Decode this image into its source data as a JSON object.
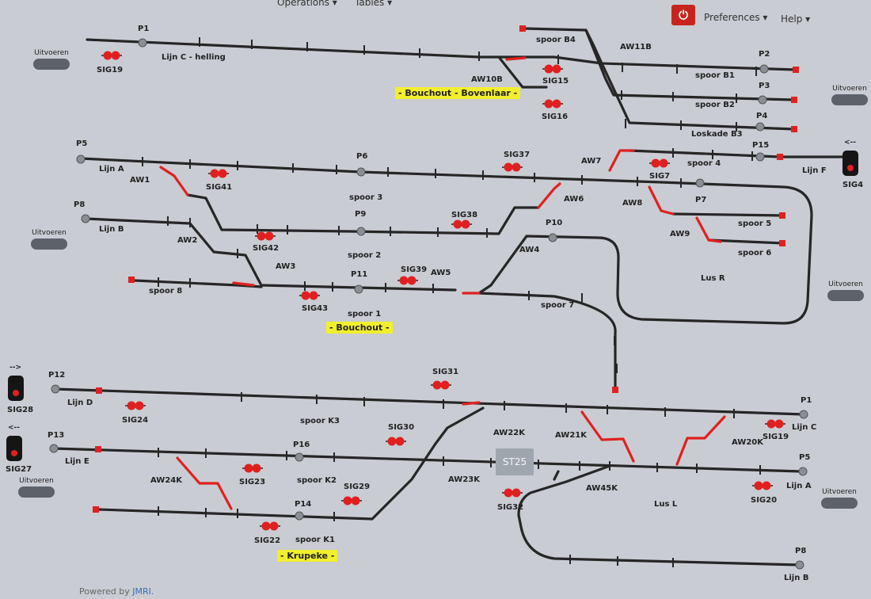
{
  "menu": {
    "operations": "Operations ▾",
    "tables": "Tables ▾",
    "preferences": "Preferences ▾",
    "help": "Help ▾"
  },
  "power_icon": "⏻",
  "action_label": "Uitvoeren",
  "banners": {
    "bovenlaar": "- Bouchout - Bovenlaar -",
    "bouchout": "- Bouchout -",
    "krupeke": "- Krupeke -"
  },
  "st25": "ST25",
  "footer": {
    "prefix": "Powered by ",
    "link": "JMRI."
  },
  "side_signals": {
    "sig4": {
      "label": "SIG4",
      "arrow": "<--"
    },
    "sig28": {
      "label": "SIG28",
      "arrow": "-->"
    },
    "sig27": {
      "label": "SIG27",
      "arrow": "<--"
    }
  },
  "labels": {
    "P1a": "P1",
    "lijnC_helling": "Lijn C - helling",
    "SIG19a": "SIG19",
    "spoorB4": "spoor B4",
    "AW11B": "AW11B",
    "P2a": "P2",
    "spoorB1": "spoor B1",
    "AW10B": "AW10B",
    "SIG15": "SIG15",
    "P3a": "P3",
    "spoorB2": "spoor B2",
    "SIG16": "SIG16",
    "P4a": "P4",
    "loskadeB3": "Loskade B3",
    "P5a": "P5",
    "lijnA": "Lijn A",
    "P6": "P6",
    "SIG37": "SIG37",
    "AW7": "AW7",
    "P15": "P15",
    "spoor4": "spoor 4",
    "lijnF": "Lijn F",
    "SIG7": "SIG7",
    "AW1": "AW1",
    "SIG41": "SIG41",
    "spoor3": "spoor 3",
    "AW6": "AW6",
    "AW8": "AW8",
    "P7": "P7",
    "P8a": "P8",
    "lijnB": "Lijn B",
    "P9": "P9",
    "SIG38": "SIG38",
    "spoor5": "spoor 5",
    "AW9": "AW9",
    "AW2": "AW2",
    "SIG42": "SIG42",
    "P10": "P10",
    "spoor6": "spoor 6",
    "AW4": "AW4",
    "spoor2": "spoor 2",
    "AW3": "AW3",
    "SIG39": "SIG39",
    "P11": "P11",
    "AW5": "AW5",
    "lusR": "Lus R",
    "spoor8": "spoor 8",
    "SIG43": "SIG43",
    "spoor1": "spoor 1",
    "spoor7": "spoor 7",
    "P12": "P12",
    "lijnD": "Lijn D",
    "SIG31": "SIG31",
    "P1b": "P1",
    "SIG24": "SIG24",
    "spoorK3": "spoor K3",
    "AW22K": "AW22K",
    "lijnC": "Lijn C",
    "SIG30": "SIG30",
    "AW21K": "AW21K",
    "SIG19b": "SIG19",
    "P13": "P13",
    "AW20K": "AW20K",
    "P16": "P16",
    "lijnE": "Lijn E",
    "P5b": "P5",
    "AW24K": "AW24K",
    "SIG23": "SIG23",
    "spoorK2": "spoor K2",
    "AW23K": "AW23K",
    "lijnA2": "Lijn A",
    "AW45K": "AW45K",
    "SIG29": "SIG29",
    "SIG20": "SIG20",
    "P14": "P14",
    "SIG32": "SIG32",
    "lusL": "Lus L",
    "SIG22": "SIG22",
    "spoorK1": "spoor K1",
    "P8b": "P8",
    "lijnB2": "Lijn B"
  },
  "colors": {
    "track": "#262626",
    "occupied": "#e02020",
    "sensor": "#8a8f96",
    "banner": "#f1ef2e",
    "panel": "#c9ccd2",
    "power": "#c8241e"
  }
}
